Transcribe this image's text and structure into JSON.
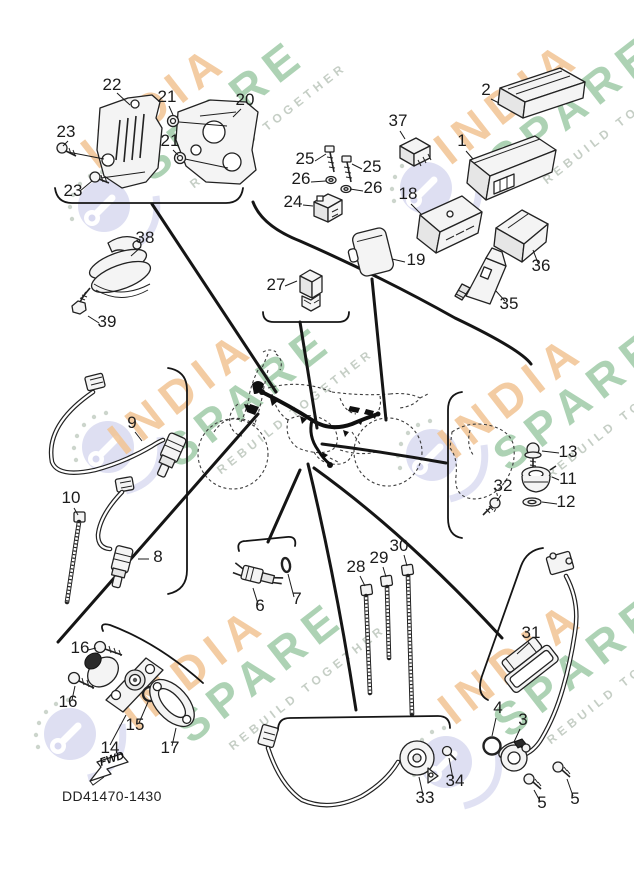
{
  "watermark": {
    "word1": "INDIA",
    "word2": "SPARE",
    "tagline": "REBUILD TOGETHER",
    "colors": {
      "word1": "#f2c493",
      "word2": "#9fcba8",
      "tagline": "#bfc9bf",
      "icon": "#d8d9f0"
    }
  },
  "diagram": {
    "code": "DD41470-1430",
    "fwd_label": "FWD",
    "labels": [
      {
        "text": "22"
      },
      {
        "text": "21"
      },
      {
        "text": "20"
      },
      {
        "text": "23"
      },
      {
        "text": "21"
      },
      {
        "text": "23"
      },
      {
        "text": "38"
      },
      {
        "text": "39"
      },
      {
        "text": "37"
      },
      {
        "text": "2"
      },
      {
        "text": "1"
      },
      {
        "text": "25"
      },
      {
        "text": "25"
      },
      {
        "text": "26"
      },
      {
        "text": "26"
      },
      {
        "text": "24"
      },
      {
        "text": "18"
      },
      {
        "text": "19"
      },
      {
        "text": "36"
      },
      {
        "text": "35"
      },
      {
        "text": "27"
      },
      {
        "text": "9"
      },
      {
        "text": "10"
      },
      {
        "text": "8"
      },
      {
        "text": "13"
      },
      {
        "text": "11"
      },
      {
        "text": "12"
      },
      {
        "text": "32"
      },
      {
        "text": "16"
      },
      {
        "text": "16"
      },
      {
        "text": "15"
      },
      {
        "text": "14"
      },
      {
        "text": "17"
      },
      {
        "text": "6"
      },
      {
        "text": "7"
      },
      {
        "text": "28"
      },
      {
        "text": "29"
      },
      {
        "text": "30"
      },
      {
        "text": "33"
      },
      {
        "text": "34"
      },
      {
        "text": "31"
      },
      {
        "text": "4"
      },
      {
        "text": "3"
      },
      {
        "text": "5"
      },
      {
        "text": "5"
      }
    ]
  }
}
